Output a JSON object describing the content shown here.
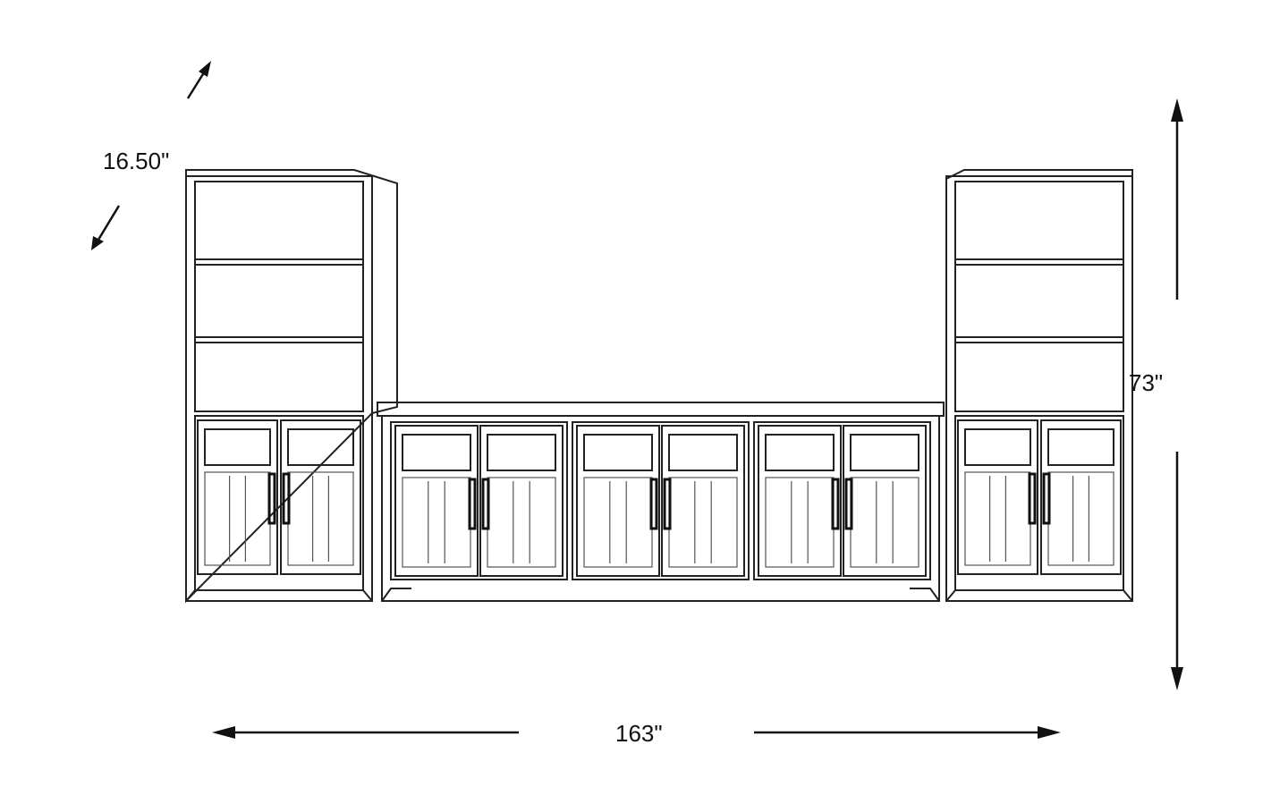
{
  "dimensions": {
    "depth": "16.50\"",
    "height": "73\"",
    "width": "163\""
  },
  "pieces": [
    {
      "name": "left-bookcase-pier",
      "door_count": 2,
      "shelf_count": 3
    },
    {
      "name": "center-console",
      "door_count": 6
    },
    {
      "name": "right-bookcase-pier",
      "door_count": 2,
      "shelf_count": 3
    }
  ]
}
